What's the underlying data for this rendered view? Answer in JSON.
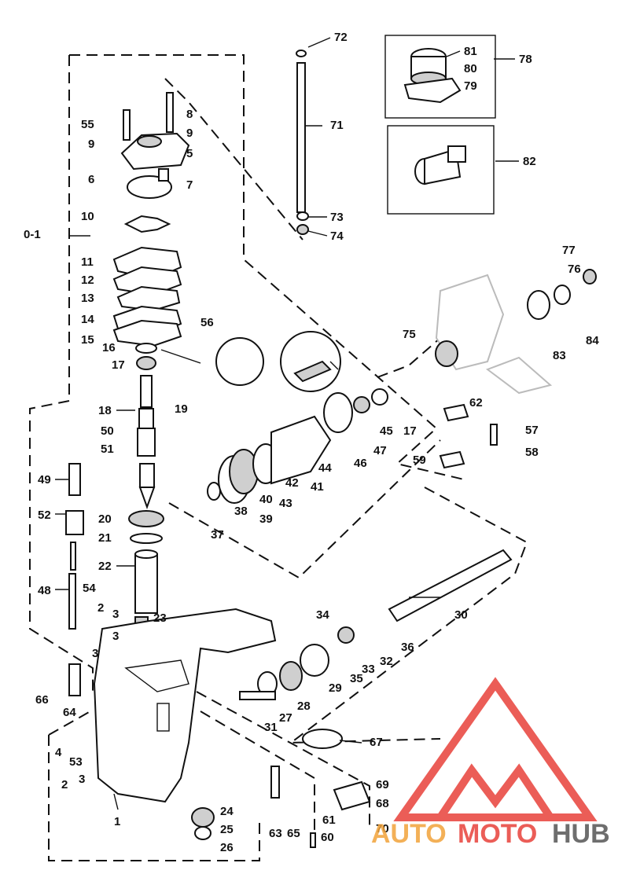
{
  "labels": {
    "l1": "1",
    "l2a": "2",
    "l2b": "2",
    "l3a": "3",
    "l3b": "3",
    "l3c": "3",
    "l4": "4",
    "l5": "5",
    "l6": "6",
    "l7": "7",
    "l8": "8",
    "l9a": "9",
    "l9b": "9",
    "l10": "10",
    "l11": "11",
    "l12": "12",
    "l13": "13",
    "l14": "14",
    "l15": "15",
    "l16": "16",
    "l17a": "17",
    "l17b": "17",
    "l18": "18",
    "l19": "19",
    "l20": "20",
    "l21": "21",
    "l22": "22",
    "l23": "23",
    "l24": "24",
    "l25": "25",
    "l26": "26",
    "l27": "27",
    "l28": "28",
    "l29": "29",
    "l30": "30",
    "l31": "31",
    "l32": "32",
    "l33": "33",
    "l34": "34",
    "l35": "35",
    "l36": "36",
    "l37": "37",
    "l38": "38",
    "l39": "39",
    "l40": "40",
    "l41": "41",
    "l42": "42",
    "l43": "43",
    "l44": "44",
    "l45": "45",
    "l46": "46",
    "l47": "47",
    "l48": "48",
    "l49": "49",
    "l50": "50",
    "l51": "51",
    "l52": "52",
    "l53": "53",
    "l54": "54",
    "l55": "55",
    "l56": "56",
    "l57": "57",
    "l58": "58",
    "l59": "59",
    "l60": "60",
    "l61": "61",
    "l62": "62",
    "l63": "63",
    "l64": "64",
    "l65": "65",
    "l66": "66",
    "l67": "67",
    "l68": "68",
    "l69": "69",
    "l70": "70",
    "l71": "71",
    "l72": "72",
    "l73": "73",
    "l74": "74",
    "l75": "75",
    "l76": "76",
    "l77": "77",
    "l78": "78",
    "l79": "79",
    "l80": "80",
    "l81": "81",
    "l82": "82",
    "l83": "83",
    "l84": "84",
    "l01": "0-1"
  },
  "watermark": {
    "text_auto": "AUTO",
    "text_moto": "MOTO",
    "text_hub": "HUB",
    "color_red": "#e8413a",
    "color_orange": "#f2a33a",
    "color_gray": "#555555"
  }
}
